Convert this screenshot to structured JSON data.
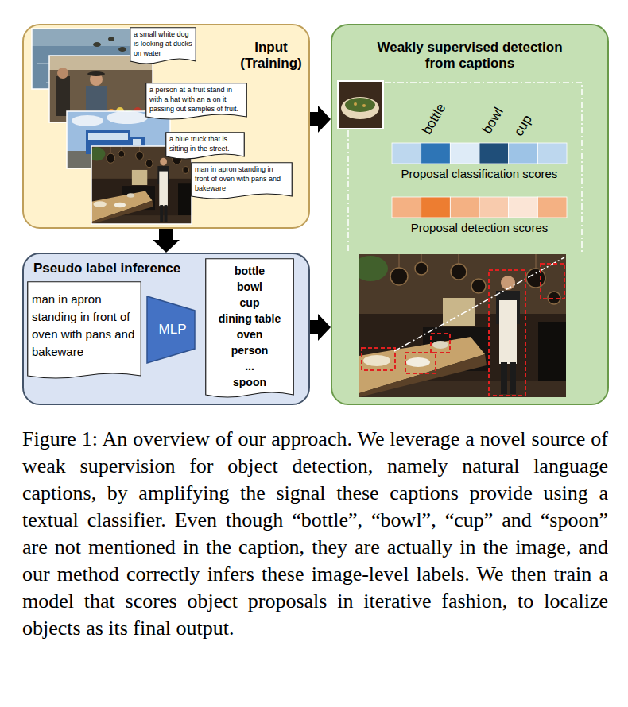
{
  "diagram": {
    "caption": "Figure 1: An overview of our approach. We leverage a novel source of weak supervision for object detection, namely natural language captions, by amplifying the signal these captions provide using a textual classifier. Even though “bottle”, “bowl”, “cup” and “spoon” are not mentioned in the caption, they are actually in the image, and our method correctly infers these image-level labels. We then train a model that scores object proposals in iterative fashion, to localize objects as its final output.",
    "nodes": [
      {
        "text": [
          "Input (Training)"
        ]
      },
      {
        "text": [
          "a small white dog is looking at ducks on water"
        ],
        "in": 0
      },
      {
        "text": [
          "a person at a fruit stand in with a hat with an a on it passing out samples of fruit."
        ],
        "in": 0
      },
      {
        "text": [
          "a blue truck that is sitting in the street."
        ],
        "in": 0
      },
      {
        "text": [
          "man in apron standing in front of oven with pans and bakeware"
        ],
        "in": 0
      },
      {
        "text": [
          "Pseudo label inference"
        ]
      },
      {
        "text": [
          "man in apron standing in front of oven with pans and bakeware"
        ],
        "in": 5
      },
      {
        "text": [
          "MLP"
        ],
        "in": 5
      },
      {
        "text": [
          "bottle",
          "bowl",
          "cup",
          "dining table",
          "oven",
          "person",
          "...",
          "spoon"
        ],
        "in": 5
      },
      {
        "text": [
          "Weakly supervised detection from captions"
        ]
      }
    ],
    "edges": [
      {
        "from": 0,
        "to": 9,
        "arrow": "to"
      },
      {
        "from": 0,
        "to": 5,
        "arrow": "to"
      },
      {
        "from": 5,
        "to": 9,
        "arrow": "to"
      }
    ],
    "labels": [
      "bottle",
      "bowl",
      "cup",
      "Proposal classification scores",
      "Proposal detection scores"
    ]
  }
}
